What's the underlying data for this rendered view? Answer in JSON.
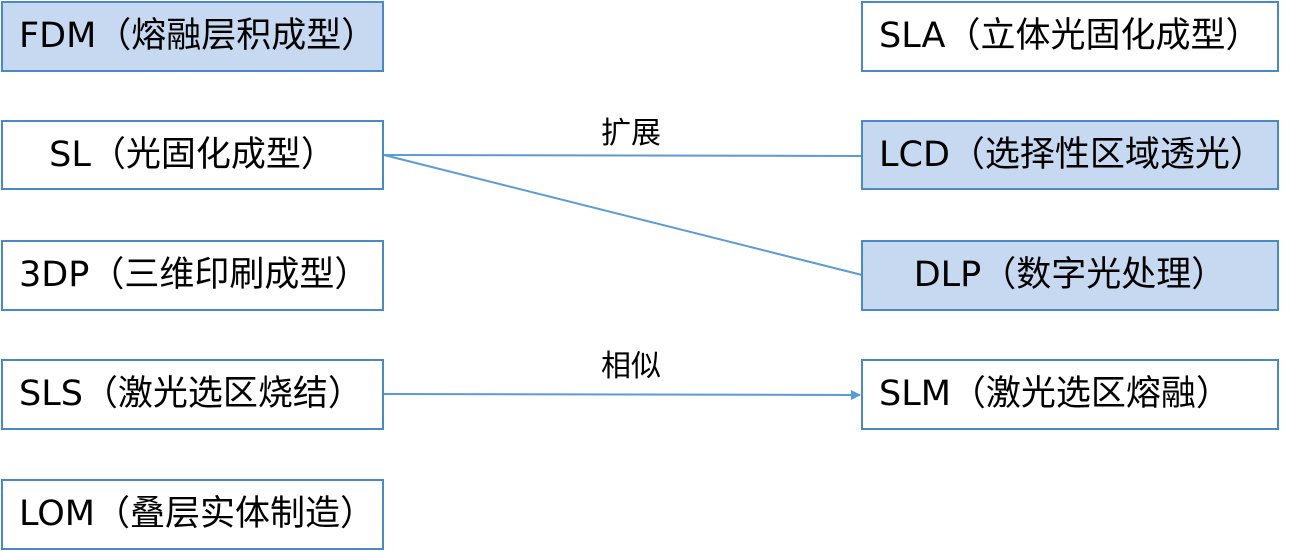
{
  "nodes": {
    "fdm": "FDM（熔融层积成型）",
    "sl": "SL（光固化成型）",
    "3dp": "3DP（三维印刷成型）",
    "sls": "SLS（激光选区烧结）",
    "lom": "LOM（叠层实体制造）",
    "sla": "SLA（立体光固化成型）",
    "lcd": "LCD（选择性区域透光）",
    "dlp": "DLP（数字光处理）",
    "slm": "SLM（激光选区熔融）"
  },
  "edges": {
    "extend_label": "扩展",
    "similar_label": "相似"
  },
  "colors": {
    "border": "#4a8ac4",
    "highlight_fill": "#c6d9f1",
    "line": "#5b9bd5"
  }
}
